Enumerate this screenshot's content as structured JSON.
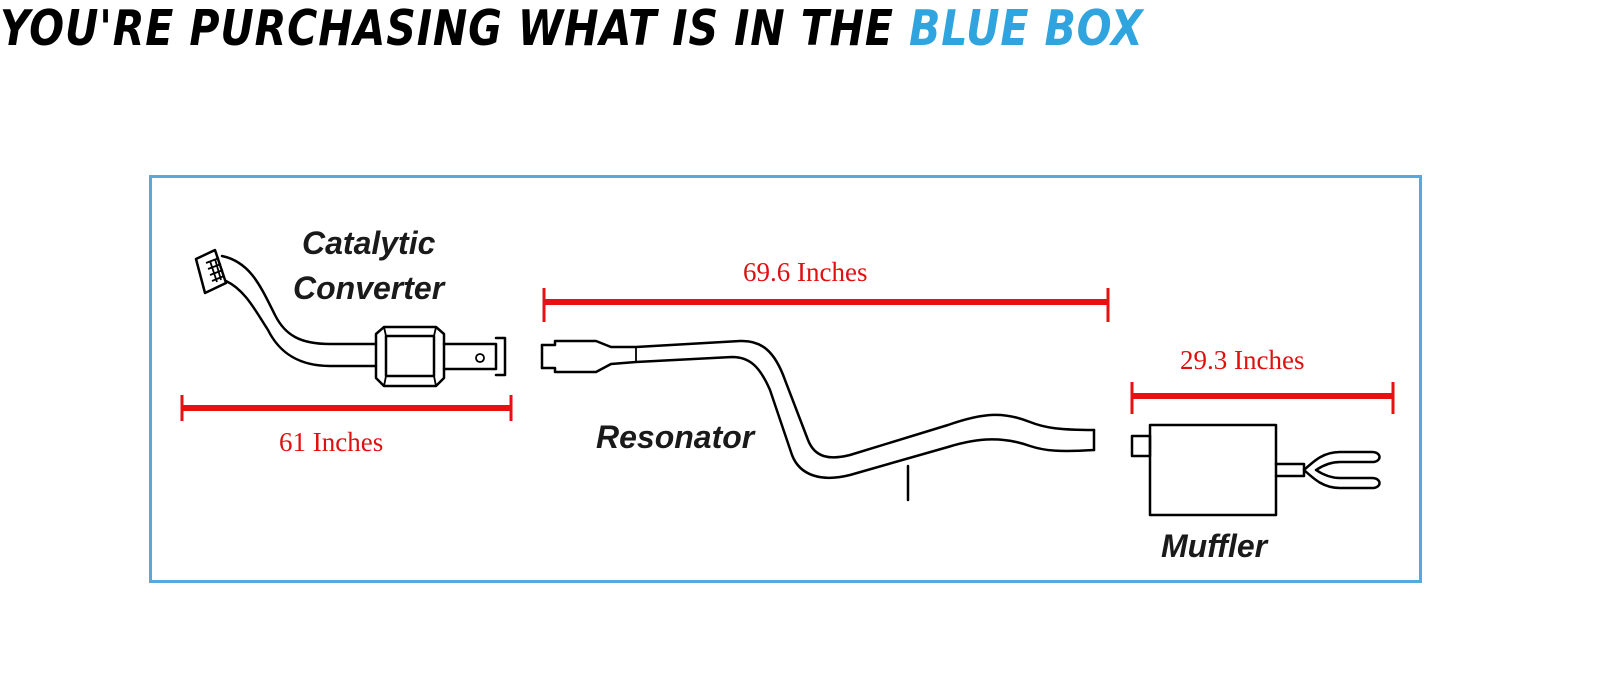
{
  "header": {
    "title_prefix": "YOU'RE PURCHASING WHAT IS IN THE ",
    "title_accent": "BLUE BOX"
  },
  "colors": {
    "accent_blue": "#2fa4de",
    "box_border": "#55a9df",
    "dimension_red": "#e01010"
  },
  "parts": {
    "catalytic_converter": [
      "Catalytic",
      "Converter"
    ],
    "resonator": "Resonator",
    "muffler": "Muffler"
  },
  "dimensions": {
    "catalytic_converter_length": "61 Inches",
    "resonator_length": "69.6 Inches",
    "muffler_length": "29.3 Inches"
  }
}
